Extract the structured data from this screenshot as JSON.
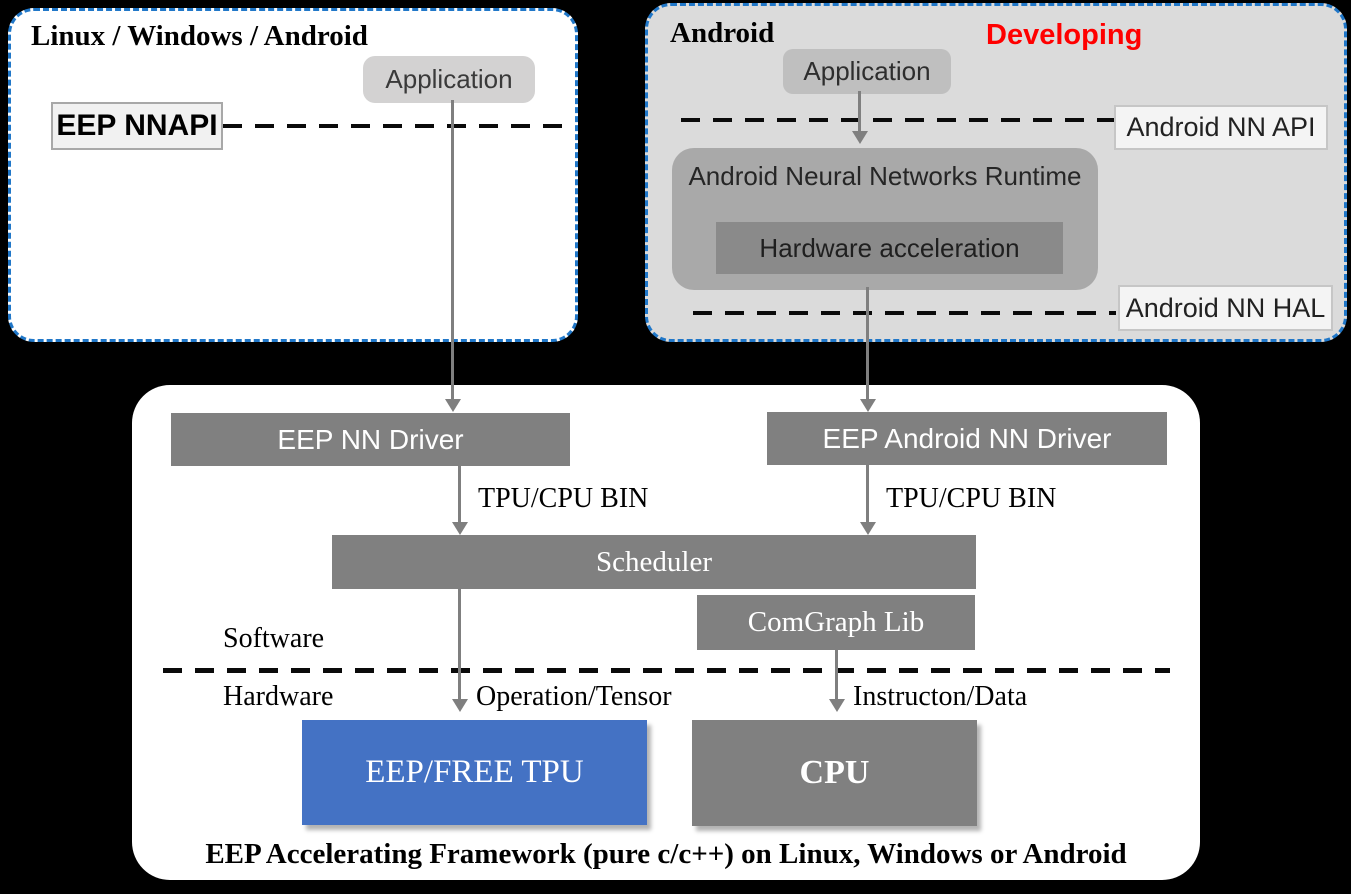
{
  "colors": {
    "background": "#000000",
    "panel_border_blue": "#2077C8",
    "panel_android_fill": "#DBDBDB",
    "box_gray": "#808080",
    "accent_blue": "#4472C4",
    "developing_red": "#FF0000"
  },
  "panel_linux": {
    "title": "Linux / Windows / Android",
    "application": "Application",
    "eep_nnapi": "EEP NNAPI"
  },
  "panel_android": {
    "title": "Android",
    "developing": "Developing",
    "application": "Application",
    "nn_api": "Android NN API",
    "runtime": "Android Neural Networks Runtime",
    "hw_accel": "Hardware acceleration",
    "nn_hal": "Android NN HAL"
  },
  "framework": {
    "eep_nn_driver": "EEP NN Driver",
    "eep_android_nn_driver": "EEP Android NN Driver",
    "tpu_cpu_bin_left": "TPU/CPU BIN",
    "tpu_cpu_bin_right": "TPU/CPU BIN",
    "scheduler": "Scheduler",
    "comgraph_lib": "ComGraph Lib",
    "software": "Software",
    "hardware": "Hardware",
    "operation_tensor": "Operation/Tensor",
    "instructon_data": "Instructon/Data",
    "tpu": "EEP/FREE TPU",
    "cpu": "CPU",
    "caption": "EEP Accelerating Framework (pure c/c++) on Linux, Windows or Android"
  }
}
